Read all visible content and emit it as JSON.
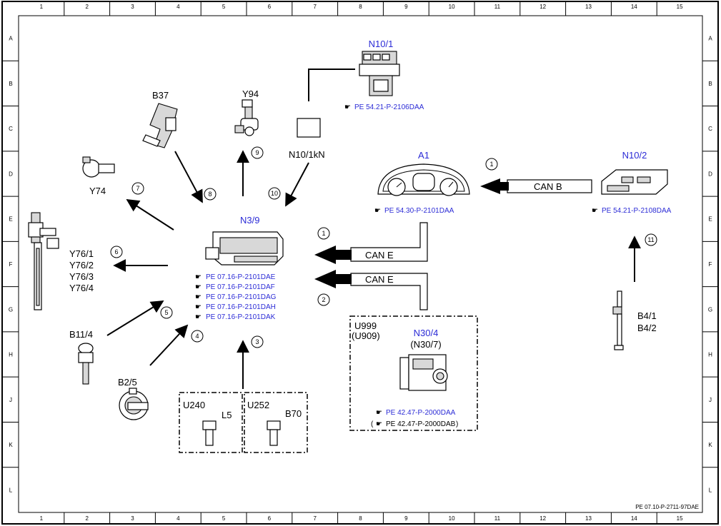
{
  "grid": {
    "columns": [
      "1",
      "2",
      "3",
      "4",
      "5",
      "6",
      "7",
      "8",
      "9",
      "10",
      "11",
      "12",
      "13",
      "14",
      "15"
    ],
    "rows": [
      "A",
      "B",
      "C",
      "D",
      "E",
      "F",
      "G",
      "H",
      "J",
      "K",
      "L"
    ]
  },
  "doc_id": "PE 07.10-P-2711-97DAE",
  "ref_icon": "pointing-hand-icon",
  "colors": {
    "link": "#2b2bd6",
    "line": "#000000"
  },
  "components": {
    "n10_1": {
      "label": "N10/1",
      "ref": "PE 54.21-P-2106DAA"
    },
    "b37": {
      "label": "B37"
    },
    "y94": {
      "label": "Y94"
    },
    "n10_1kn": {
      "label": "N10/1kN"
    },
    "y74": {
      "label": "Y74"
    },
    "a1": {
      "label": "A1",
      "ref": "PE 54.30-P-2101DAA"
    },
    "n10_2": {
      "label": "N10/2",
      "ref": "PE 54.21-P-2108DAA"
    },
    "n3_9": {
      "label": "N3/9",
      "refs": [
        "PE 07.16-P-2101DAE",
        "PE 07.16-P-2101DAF",
        "PE 07.16-P-2101DAG",
        "PE 07.16-P-2101DAH",
        "PE 07.16-P-2101DAK"
      ]
    },
    "y76": {
      "labels": [
        "Y76/1",
        "Y76/2",
        "Y76/3",
        "Y76/4"
      ]
    },
    "b11_4": {
      "label": "B11/4"
    },
    "b2_5": {
      "label": "B2/5"
    },
    "u240": {
      "label": "U240"
    },
    "l5": {
      "label": "L5"
    },
    "u252": {
      "label": "U252"
    },
    "b70": {
      "label": "B70"
    },
    "n30": {
      "u999": "U999",
      "u909": "(U909)",
      "label": "N30/4",
      "alt": "(N30/7)",
      "ref": "PE 42.47-P-2000DAA",
      "ref_alt": "PE 42.47-P-2000DAB",
      "paren_open": "(",
      "paren_close": ")"
    },
    "b4": {
      "labels": [
        "B4/1",
        "B4/2"
      ]
    }
  },
  "connections": {
    "can_b": "CAN B",
    "can_e1": "CAN E",
    "can_e2": "CAN E"
  },
  "markers": [
    "1",
    "1",
    "2",
    "3",
    "4",
    "5",
    "6",
    "7",
    "8",
    "9",
    "10",
    "11"
  ]
}
